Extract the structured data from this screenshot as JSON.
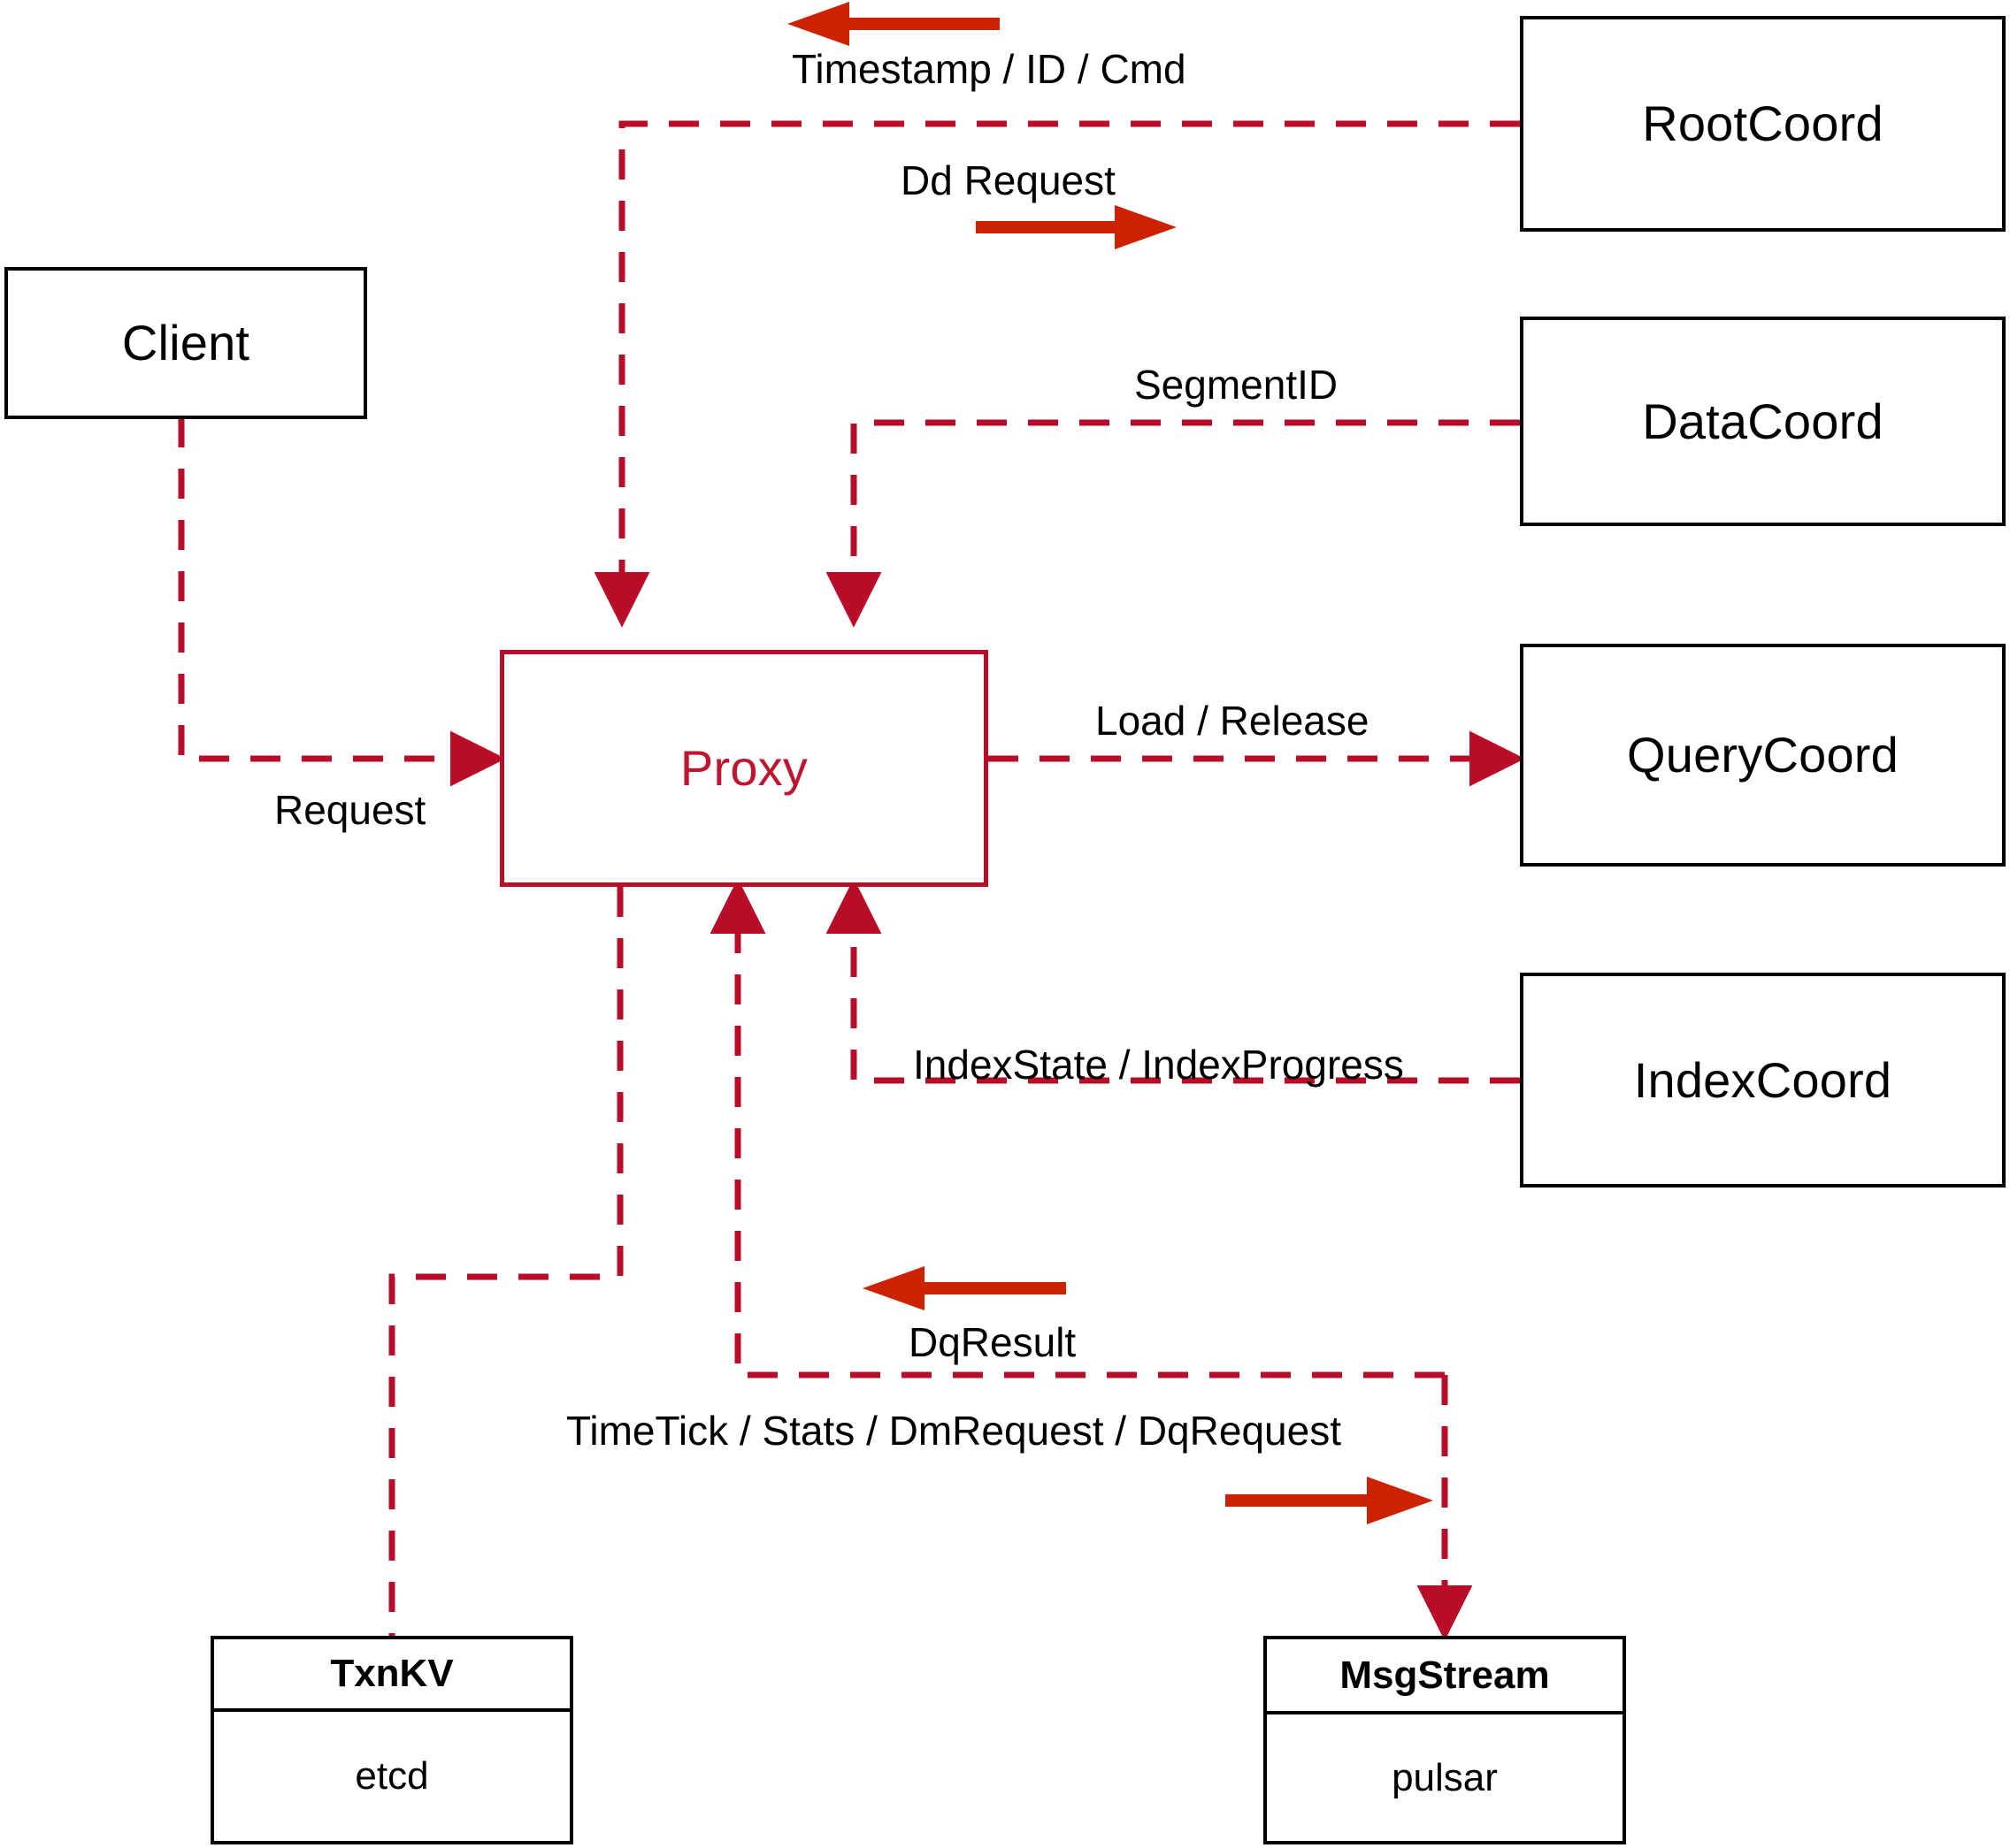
{
  "diagram": {
    "title": "Milvus Proxy interaction diagram",
    "colors": {
      "node_border_black": "#000000",
      "proxy_border_red": "#b80c28",
      "proxy_text_red": "#c0152f",
      "wire_red": "#b80c28",
      "arrow_orange_red": "#cc2200",
      "background": "#ffffff"
    }
  },
  "nodes": {
    "client": {
      "label": "Client"
    },
    "proxy": {
      "label": "Proxy"
    },
    "root_coord": {
      "label": "RootCoord"
    },
    "data_coord": {
      "label": "DataCoord"
    },
    "query_coord": {
      "label": "QueryCoord"
    },
    "index_coord": {
      "label": "IndexCoord"
    },
    "txnkv": {
      "title": "TxnKV",
      "impl": "etcd"
    },
    "msgstream": {
      "title": "MsgStream",
      "impl": "pulsar"
    }
  },
  "edge_labels": {
    "timestamp_id_cmd": "Timestamp / ID / Cmd",
    "dd_request": "Dd Request",
    "segment_id": "SegmentID",
    "request": "Request",
    "load_release": "Load / Release",
    "index_state_progress": "IndexState / IndexProgress",
    "dq_result": "DqResult",
    "timetick_stats": "TimeTick / Stats / DmRequest / DqRequest"
  },
  "edges": [
    {
      "from": "root_coord",
      "to": "proxy",
      "label": "Timestamp / ID / Cmd",
      "direction": "left"
    },
    {
      "from": "proxy",
      "to": "root_coord",
      "label": "Dd Request",
      "direction": "right"
    },
    {
      "from": "data_coord",
      "to": "proxy",
      "label": "SegmentID",
      "direction": "left"
    },
    {
      "from": "client",
      "to": "proxy",
      "label": "Request",
      "direction": "right"
    },
    {
      "from": "proxy",
      "to": "query_coord",
      "label": "Load / Release",
      "direction": "right"
    },
    {
      "from": "index_coord",
      "to": "proxy",
      "label": "IndexState / IndexProgress",
      "direction": "left"
    },
    {
      "from": "msgstream",
      "to": "proxy",
      "label": "DqResult",
      "direction": "left"
    },
    {
      "from": "proxy",
      "to": "msgstream",
      "label": "TimeTick / Stats / DmRequest / DqRequest",
      "direction": "right"
    },
    {
      "from": "proxy",
      "to": "txnkv",
      "label": "",
      "direction": "down"
    }
  ]
}
